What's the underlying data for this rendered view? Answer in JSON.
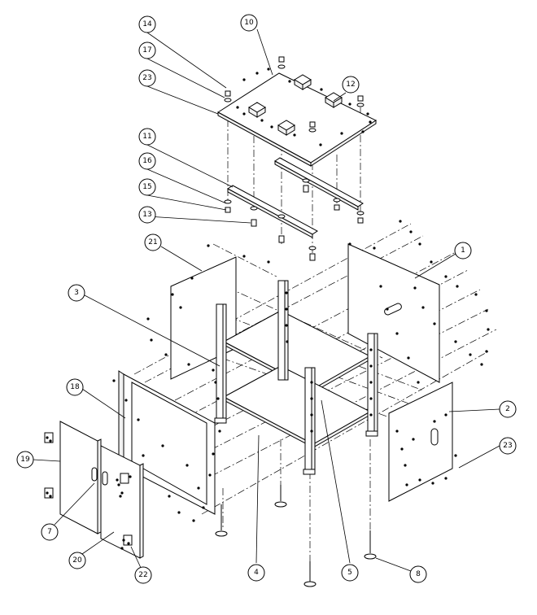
{
  "callouts": [
    {
      "id": "callout-1",
      "label": "1"
    },
    {
      "id": "callout-2",
      "label": "2"
    },
    {
      "id": "callout-3",
      "label": "3"
    },
    {
      "id": "callout-4",
      "label": "4"
    },
    {
      "id": "callout-5",
      "label": "5"
    },
    {
      "id": "callout-7",
      "label": "7"
    },
    {
      "id": "callout-8",
      "label": "8"
    },
    {
      "id": "callout-10",
      "label": "10"
    },
    {
      "id": "callout-11",
      "label": "11"
    },
    {
      "id": "callout-12",
      "label": "12"
    },
    {
      "id": "callout-13",
      "label": "13"
    },
    {
      "id": "callout-14",
      "label": "14"
    },
    {
      "id": "callout-15",
      "label": "15"
    },
    {
      "id": "callout-16",
      "label": "16"
    },
    {
      "id": "callout-17",
      "label": "17"
    },
    {
      "id": "callout-18",
      "label": "18"
    },
    {
      "id": "callout-19",
      "label": "19"
    },
    {
      "id": "callout-20",
      "label": "20"
    },
    {
      "id": "callout-21",
      "label": "21"
    },
    {
      "id": "callout-22",
      "label": "22"
    },
    {
      "id": "callout-23a",
      "label": "23"
    },
    {
      "id": "callout-23b",
      "label": "23"
    }
  ]
}
